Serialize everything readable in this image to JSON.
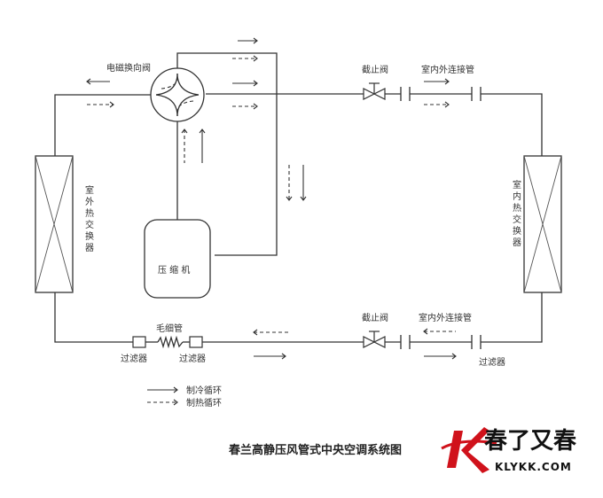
{
  "labels": {
    "reversing_valve": "电磁换向阀",
    "stop_valve_top": "截止阀",
    "indoor_outdoor_pipe_top": "室内外连接管",
    "stop_valve_bottom": "截止阀",
    "indoor_outdoor_pipe_bottom": "室内外连接管",
    "outdoor_hx": "室外热交换器",
    "indoor_hx": "室内热交换器",
    "compressor": "压 缩 机",
    "capillary": "毛细管",
    "filter_left": "过滤器",
    "filter_mid": "过滤器",
    "filter_right": "过滤器"
  },
  "legend": {
    "cooling": "制冷循环",
    "heating": "制热循环"
  },
  "title": "春兰高静压风管式中央空调系统图",
  "brand": {
    "text": "春了又春",
    "url": "KLYKK.COM"
  },
  "colors": {
    "line": "#333333",
    "logo_red": "#d0121b"
  }
}
